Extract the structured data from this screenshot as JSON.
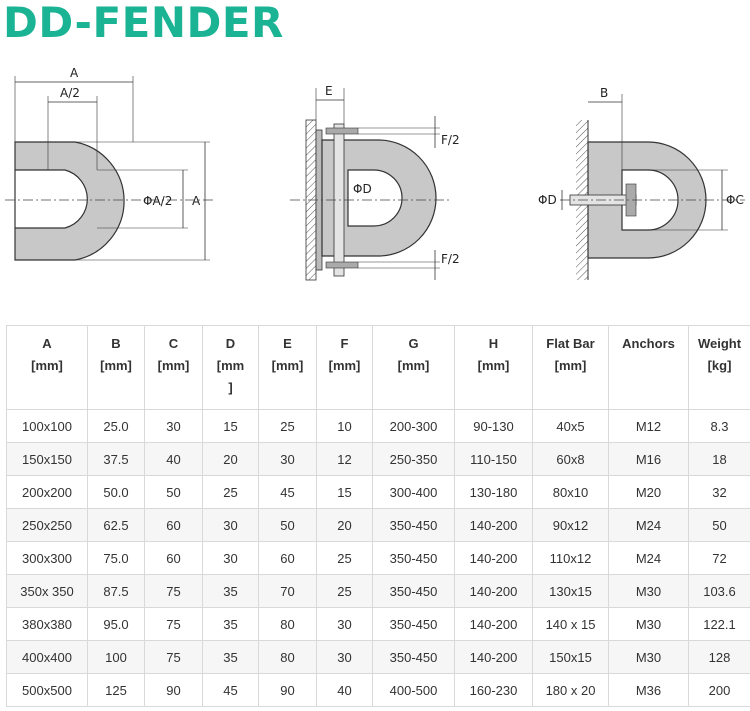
{
  "title": "DD-FENDER",
  "accent_color": "#1ab394",
  "diagram_labels": {
    "a": "A",
    "a_half": "A/2",
    "phi_a_half": "ΦA/2",
    "a_right": "A",
    "e": "E",
    "f_half_top": "F/2",
    "f_half_bottom": "F/2",
    "phi_d_mid": "ΦD",
    "b": "B",
    "phi_d_right": "ΦD",
    "phi_c": "ΦC"
  },
  "table": {
    "headers": [
      {
        "name": "A",
        "unit": "[mm]"
      },
      {
        "name": "B",
        "unit": "[mm]"
      },
      {
        "name": "C",
        "unit": "[mm]"
      },
      {
        "name": "D",
        "unit": "[mm",
        "unit2": "]"
      },
      {
        "name": "E",
        "unit": "[mm]"
      },
      {
        "name": "F",
        "unit": "[mm]"
      },
      {
        "name": "G",
        "unit": "[mm]"
      },
      {
        "name": "H",
        "unit": "[mm]"
      },
      {
        "name": "Flat Bar",
        "unit": "[mm]"
      },
      {
        "name": "Anchors",
        "unit": ""
      },
      {
        "name": "Weight",
        "unit": "[kg]"
      }
    ],
    "rows": [
      [
        "100x100",
        "25.0",
        "30",
        "15",
        "25",
        "10",
        "200-300",
        "90-130",
        "40x5",
        "M12",
        "8.3"
      ],
      [
        "150x150",
        "37.5",
        "40",
        "20",
        "30",
        "12",
        "250-350",
        "110-150",
        "60x8",
        "M16",
        "18"
      ],
      [
        "200x200",
        "50.0",
        "50",
        "25",
        "45",
        "15",
        "300-400",
        "130-180",
        "80x10",
        "M20",
        "32"
      ],
      [
        "250x250",
        "62.5",
        "60",
        "30",
        "50",
        "20",
        "350-450",
        "140-200",
        "90x12",
        "M24",
        "50"
      ],
      [
        "300x300",
        "75.0",
        "60",
        "30",
        "60",
        "25",
        "350-450",
        "140-200",
        "110x12",
        "M24",
        "72"
      ],
      [
        "350x 350",
        "87.5",
        "75",
        "35",
        "70",
        "25",
        "350-450",
        "140-200",
        "130x15",
        "M30",
        "103.6"
      ],
      [
        "380x380",
        "95.0",
        "75",
        "35",
        "80",
        "30",
        "350-450",
        "140-200",
        "140 x 15",
        "M30",
        "122.1"
      ],
      [
        "400x400",
        "100",
        "75",
        "35",
        "80",
        "30",
        "350-450",
        "140-200",
        "150x15",
        "M30",
        "128"
      ],
      [
        "500x500",
        "125",
        "90",
        "45",
        "90",
        "40",
        "400-500",
        "160-230",
        "180 x 20",
        "M36",
        "200"
      ]
    ]
  }
}
